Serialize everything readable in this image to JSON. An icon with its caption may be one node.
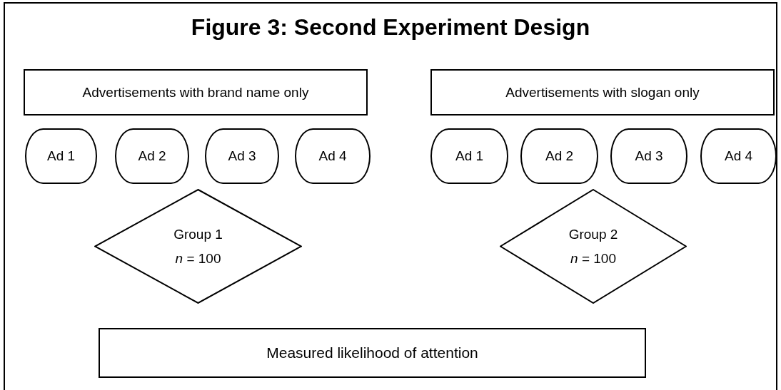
{
  "diagram": {
    "title": "Figure 3: Second Experiment Design",
    "nodes": [
      {
        "text": [
          "Advertisements with brand name only"
        ]
      },
      {
        "text": [
          "Advertisements with slogan only"
        ]
      },
      {
        "text": [
          "Ad 1"
        ]
      },
      {
        "text": [
          "Ad 2"
        ]
      },
      {
        "text": [
          "Ad 3"
        ]
      },
      {
        "text": [
          "Ad 4"
        ]
      },
      {
        "text": [
          "Ad 1"
        ]
      },
      {
        "text": [
          "Ad 2"
        ]
      },
      {
        "text": [
          "Ad 3"
        ]
      },
      {
        "text": [
          "Ad 4"
        ]
      },
      {
        "text": [
          "Group 1",
          "*n* = 100"
        ]
      },
      {
        "text": [
          "Group 2",
          "*n* = 100"
        ]
      },
      {
        "text": [
          "Measured likelihood of attention"
        ]
      }
    ]
  }
}
